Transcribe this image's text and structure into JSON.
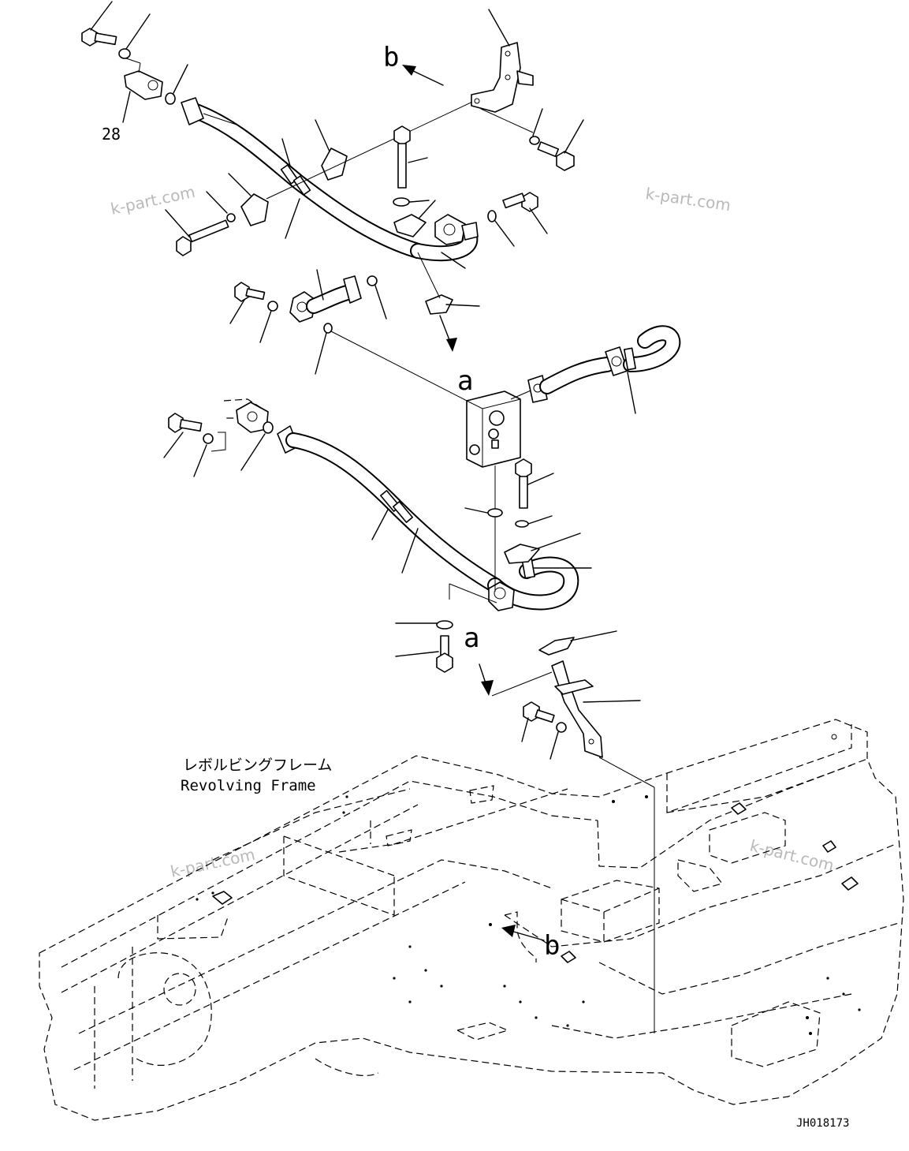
{
  "callouts": {
    "part_28": "28",
    "view_a_top": "a",
    "view_a_bottom": "a",
    "view_b_top": "b",
    "view_b_bottom": "b"
  },
  "frame_label": {
    "japanese": "レボルビングフレーム",
    "english": "Revolving Frame"
  },
  "watermarks": [
    "k-part.com",
    "k-part.com",
    "k-part.com",
    "k-part.com"
  ],
  "drawing_number": "JH018173"
}
